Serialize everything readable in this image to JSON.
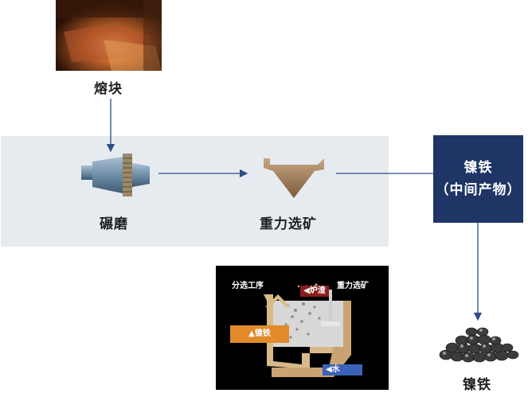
{
  "nodes": {
    "melt_block": "熔块",
    "crushing": "碾磨",
    "gravity": "重力选矿",
    "intermediate_line1": "镍铁",
    "intermediate_line2": "（中间产物）",
    "final_product": "镍铁"
  },
  "inset": {
    "separation": "分选工序",
    "slag": "炉渣",
    "gravity": "重力选矿",
    "ferronickel": "镍铁",
    "water": "水"
  },
  "colors": {
    "band": "#e6ebf0",
    "product_box": "#1f3566",
    "arrow": "#2e4d86",
    "slag_tag": "#8b1c1c",
    "ferronickel_tag": "#e08a2c",
    "water_tag": "#3a63b8"
  }
}
